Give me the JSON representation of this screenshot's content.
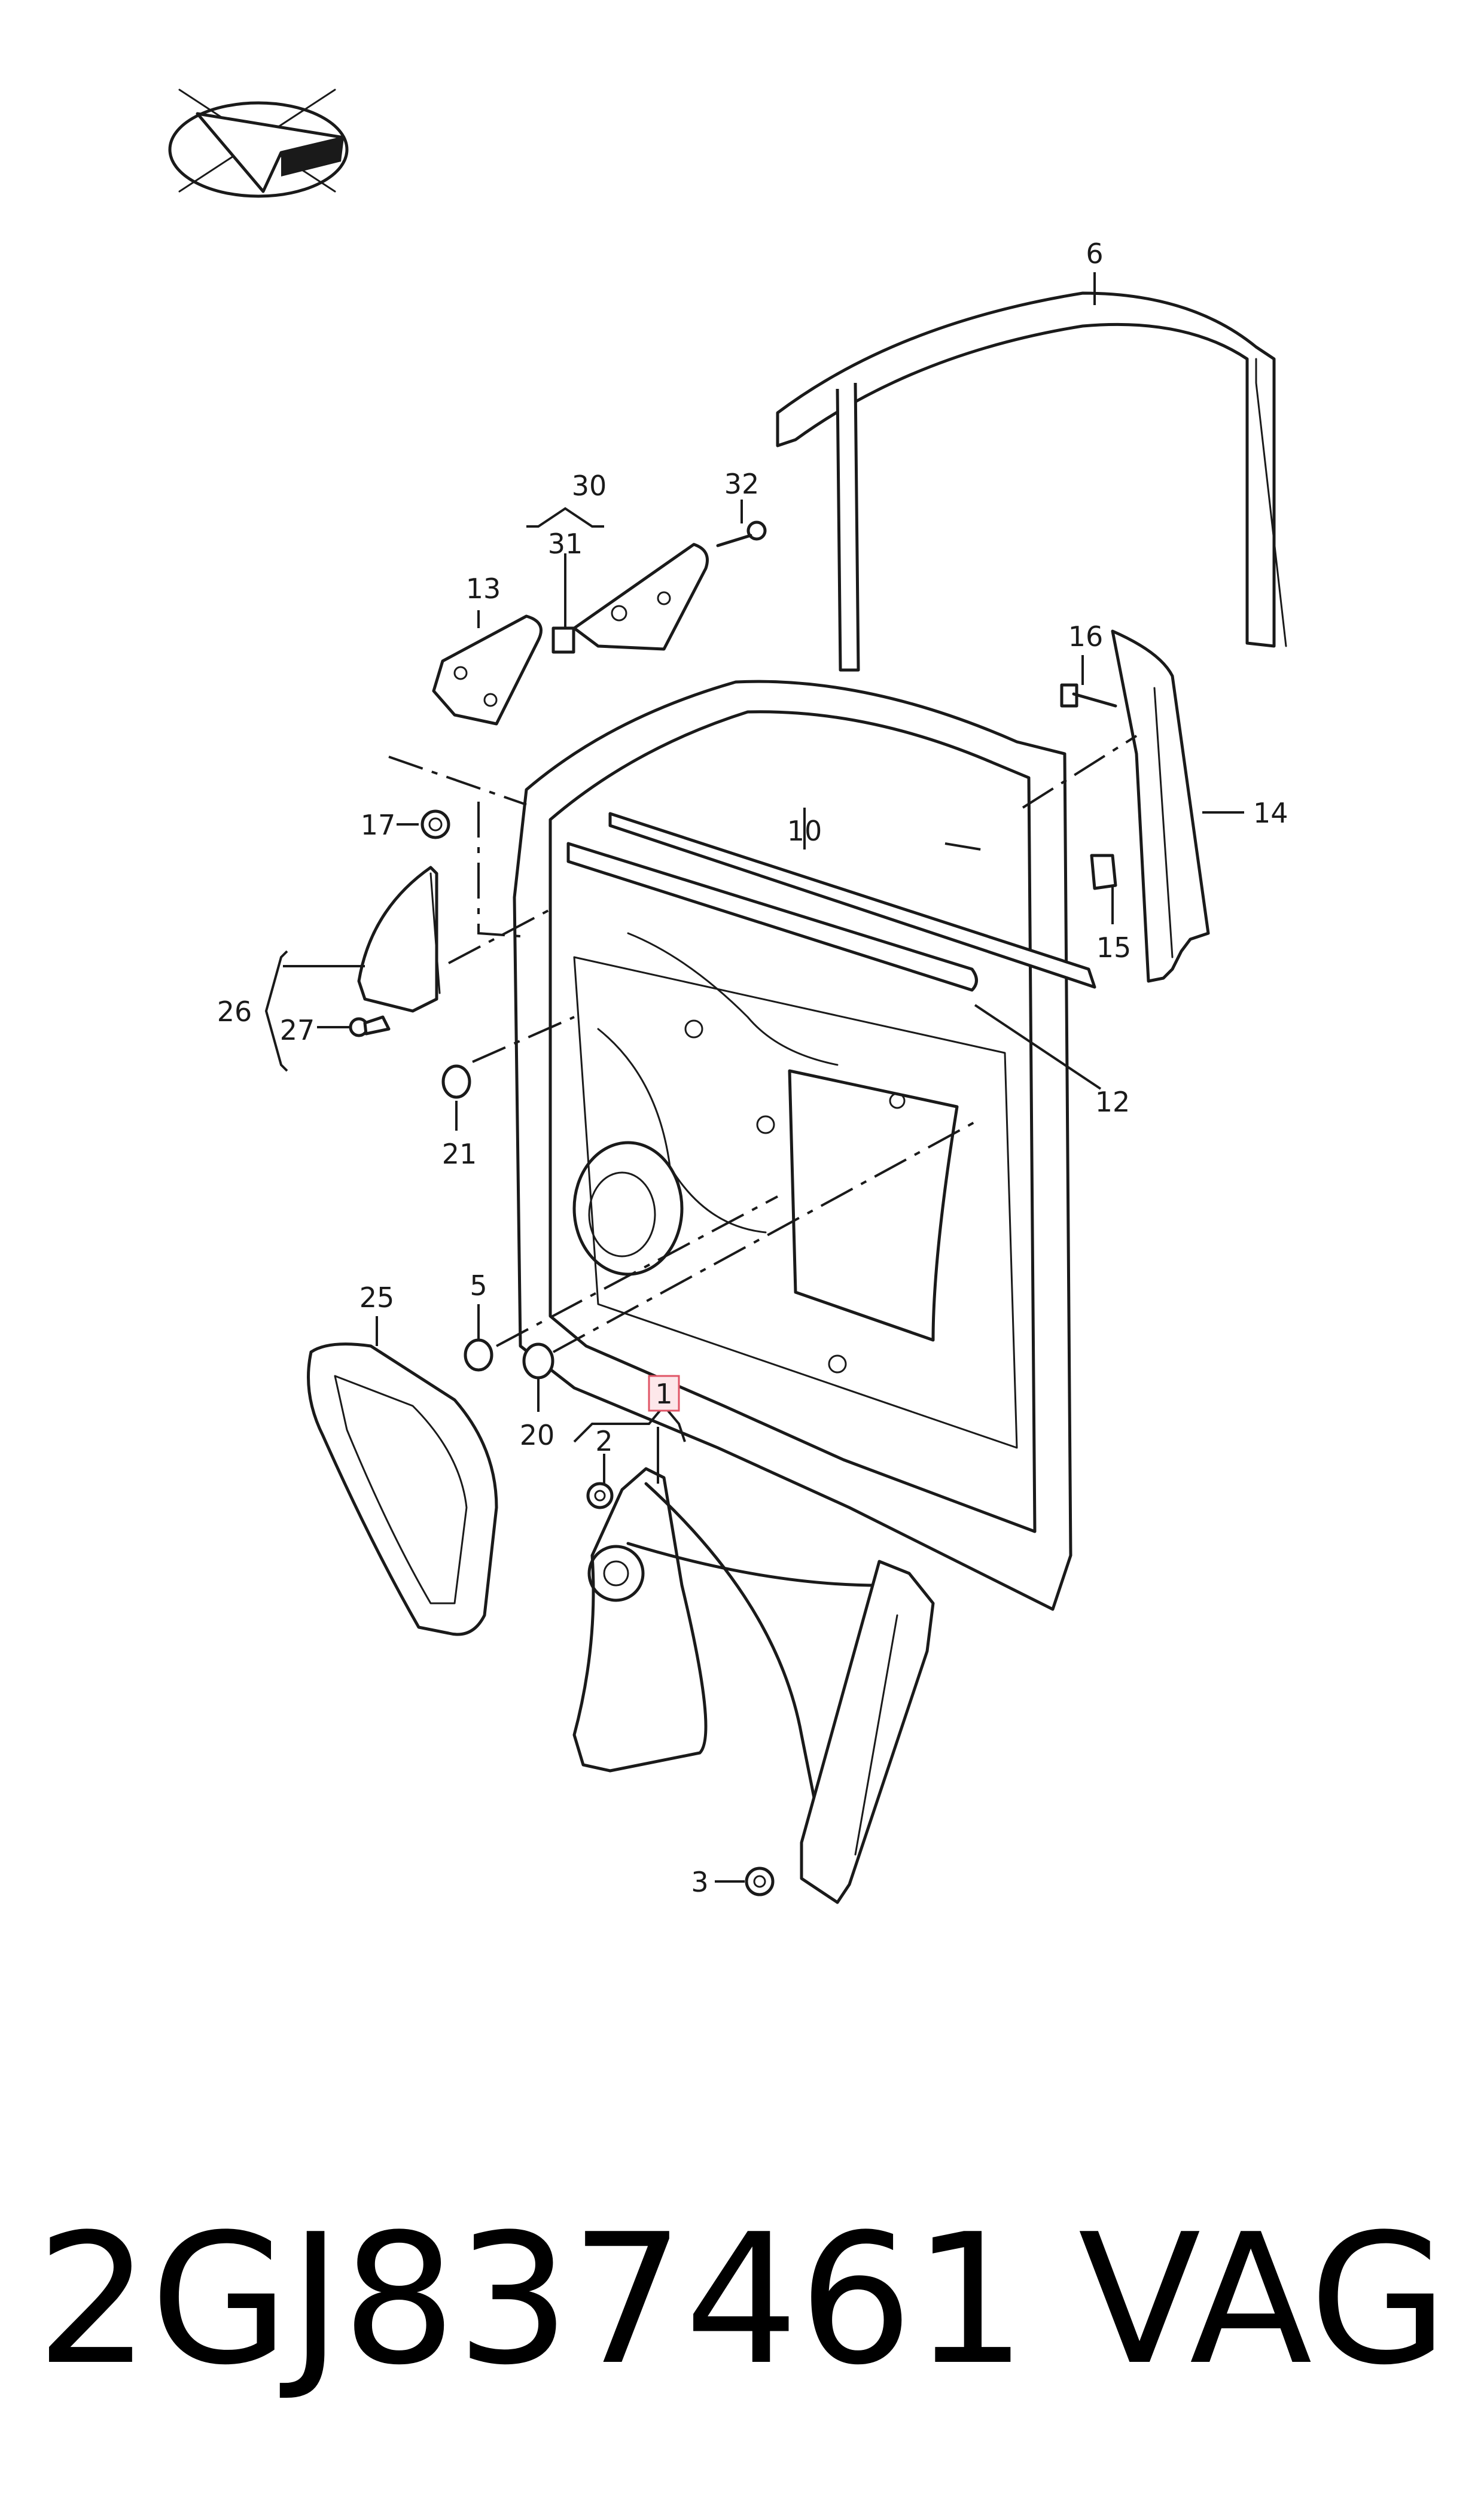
{
  "diagram": {
    "callouts": {
      "c1": "1",
      "c2": "2",
      "c3": "3",
      "c5": "5",
      "c6": "6",
      "c10": "10",
      "c12": "12",
      "c13": "13",
      "c14": "14",
      "c15": "15",
      "c16": "16",
      "c17": "17",
      "c20": "20",
      "c21": "21",
      "c25": "25",
      "c26": "26",
      "c27": "27",
      "c30": "30",
      "c31": "31",
      "c32": "32"
    },
    "highlighted_callout": "1",
    "highlight_color": "#e05566"
  },
  "footer": {
    "part_number": "2GJ837461",
    "brand": "VAG"
  }
}
